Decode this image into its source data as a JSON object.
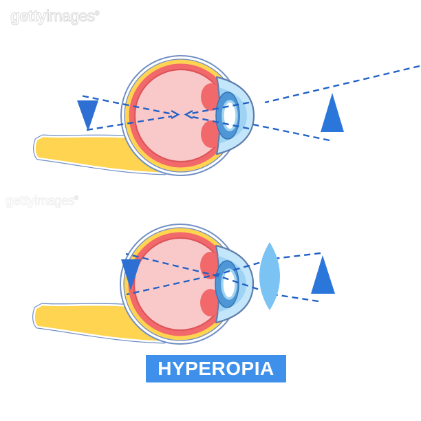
{
  "watermark": {
    "brand_bold": "getty",
    "brand_light": "images",
    "registered": "®"
  },
  "caption": {
    "text": "HYPEROPIA"
  },
  "colors": {
    "caption_bg": "#3E90EA",
    "caption_text": "#FFFFFF",
    "ray": "#2161C6",
    "arrow": "#2B76DA",
    "image_arrow": "#2D6FD2",
    "corrective_lens": "#7AC3F3",
    "sclera_outline": "#718FC4",
    "choroid_yellow": "#FFD451",
    "retina_red": "#F2696C",
    "vitreous_pink": "#F9C9CA",
    "iris_blue": "#4E96D6",
    "cornea_blue": "#C3E6FA",
    "lens_white": "#FFFFFF"
  }
}
